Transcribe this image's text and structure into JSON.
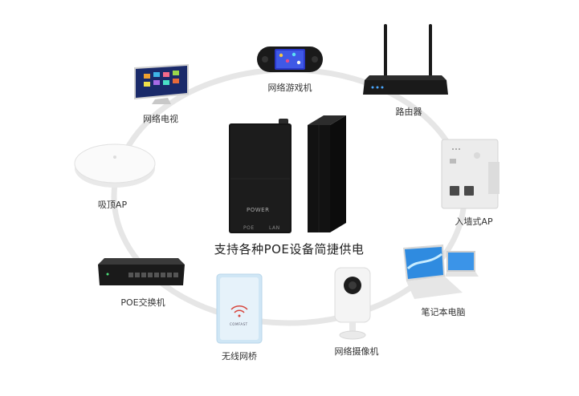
{
  "center": {
    "caption": "支持各种POE设备简捷供电",
    "adapter_power": "POWER",
    "adapter_poe": "POE",
    "adapter_lan": "LAN"
  },
  "devices": [
    {
      "id": "game-console",
      "label": "网络游戏机"
    },
    {
      "id": "router",
      "label": "路由器"
    },
    {
      "id": "wall-ap",
      "label": "入墙式AP"
    },
    {
      "id": "laptop",
      "label": "笔记本电脑"
    },
    {
      "id": "camera",
      "label": "网络摄像机"
    },
    {
      "id": "bridge",
      "label": "无线网桥"
    },
    {
      "id": "switch",
      "label": "POE交换机"
    },
    {
      "id": "ceiling-ap",
      "label": "吸顶AP"
    },
    {
      "id": "tv",
      "label": "网络电视"
    }
  ],
  "bridge_brand": "COMFAST",
  "colors": {
    "ring": "#e8e8e8",
    "adapter": "#141414",
    "text": "#333333"
  }
}
